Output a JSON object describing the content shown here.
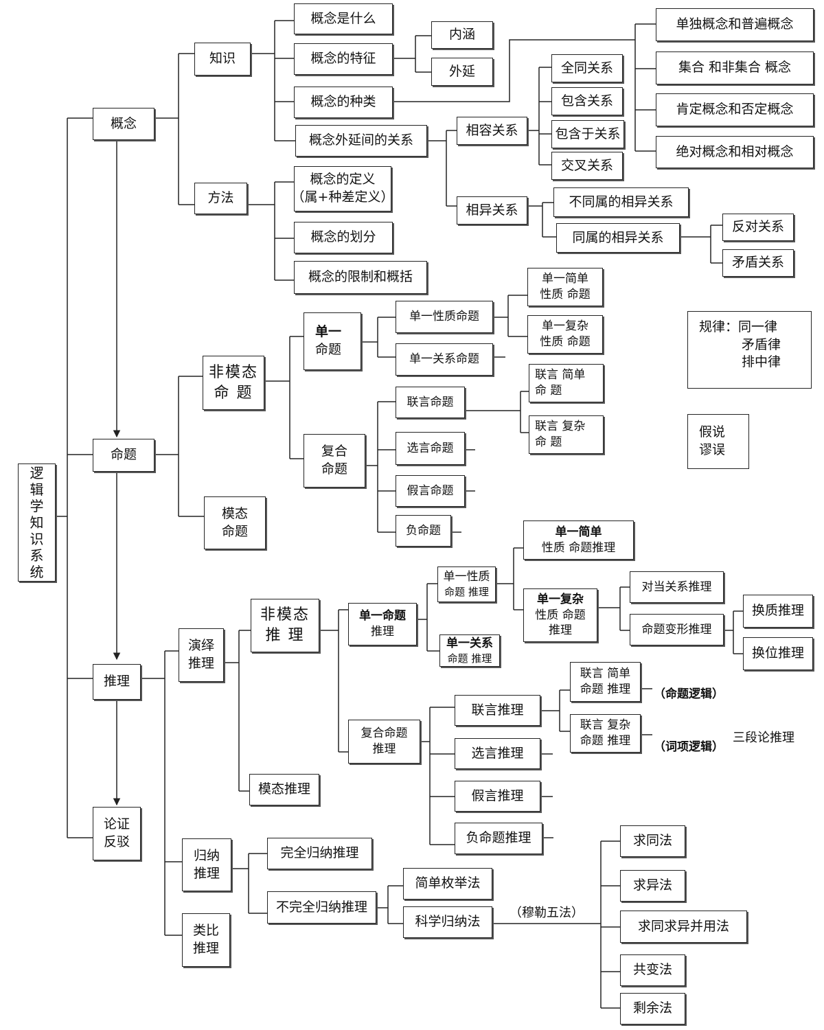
{
  "root": {
    "label": "逻辑学知识系统"
  },
  "concept": {
    "label": "概念",
    "knowledge": "知识",
    "method": "方法",
    "k1": "概念是什么",
    "k2": "概念的特征",
    "k3": "概念的种类",
    "k4": "概念外延间的关系",
    "intension": "内涵",
    "extension": "外延",
    "types": [
      "单独概念和普遍概念",
      "集合 和非集合 概念",
      "肯定概念和否定概念",
      "绝对概念和相对概念"
    ],
    "compatible": "相容关系",
    "incompatible": "相异关系",
    "compat": [
      "全同关系",
      "包含关系",
      "包含于关系",
      "交叉关系"
    ],
    "incompat": [
      "不同属的相异关系",
      "同属的相异关系"
    ],
    "opposite": [
      "反对关系",
      "矛盾关系"
    ],
    "methods": [
      [
        "概念的定义",
        "（属+种差定义）"
      ],
      "概念的划分",
      "概念的限制和概括"
    ]
  },
  "proposition": {
    "label": "命题",
    "nonmodal": [
      "非模态",
      "命  题"
    ],
    "modal": [
      "模态",
      "命题"
    ],
    "simple": [
      "单一",
      "命题"
    ],
    "compound": [
      "复合",
      "命题"
    ],
    "simple_children": [
      "单一性质命题",
      "单一关系命题"
    ],
    "categorical": [
      [
        "单一简单",
        "性质 命题"
      ],
      [
        "单一复杂",
        "性质 命题"
      ]
    ],
    "compound_children": [
      "联言命题",
      "选言命题",
      "假言命题",
      "负命题"
    ],
    "conjunctive": [
      [
        "联言 简单",
        "命      题"
      ],
      [
        "联言 复杂",
        "命      题"
      ]
    ]
  },
  "laws": [
    "规律：同一律",
    "矛盾律",
    "排中律"
  ],
  "misc": [
    "假说",
    "谬误"
  ],
  "reasoning": {
    "label": "推理",
    "deduction": [
      "演绎",
      "推理"
    ],
    "induction": [
      "归纳",
      "推理"
    ],
    "analogy": [
      "类比",
      "推理"
    ],
    "nonmodal": [
      "非模态",
      "推  理"
    ],
    "modal": "模态推理",
    "simple": [
      "单一命题",
      "推理"
    ],
    "compound": [
      "复合命题",
      "推理"
    ],
    "simple_children": [
      [
        "单一性质",
        "命题 推理"
      ],
      [
        "单一关系",
        "命题 推理"
      ]
    ],
    "categorical": [
      [
        "单一简单",
        "性质 命题推理"
      ],
      [
        "单一复杂",
        "性质 命题",
        "推理"
      ]
    ],
    "complex_children": [
      "对当关系推理",
      "命题变形推理"
    ],
    "transform": [
      "换质推理",
      "换位推理"
    ],
    "compound_children": [
      "联言推理",
      "选言推理",
      "假言推理",
      "负命题推理"
    ],
    "conj": [
      [
        "联言 简单",
        "命题 推理"
      ],
      [
        "联言 复杂",
        "命题 推理"
      ]
    ],
    "notes": [
      "（命题逻辑）",
      "（词项逻辑）",
      "三段论推理"
    ],
    "induction_children": [
      "完全归纳推理",
      "不完全归纳推理"
    ],
    "incomplete": [
      "简单枚举法",
      "科学归纳法"
    ],
    "mill_note": "（穆勒五法）",
    "mill": [
      "求同法",
      "求异法",
      "求同求异并用法",
      "共变法",
      "剩余法"
    ]
  },
  "argument": {
    "lines": [
      "论证",
      "反驳"
    ]
  }
}
